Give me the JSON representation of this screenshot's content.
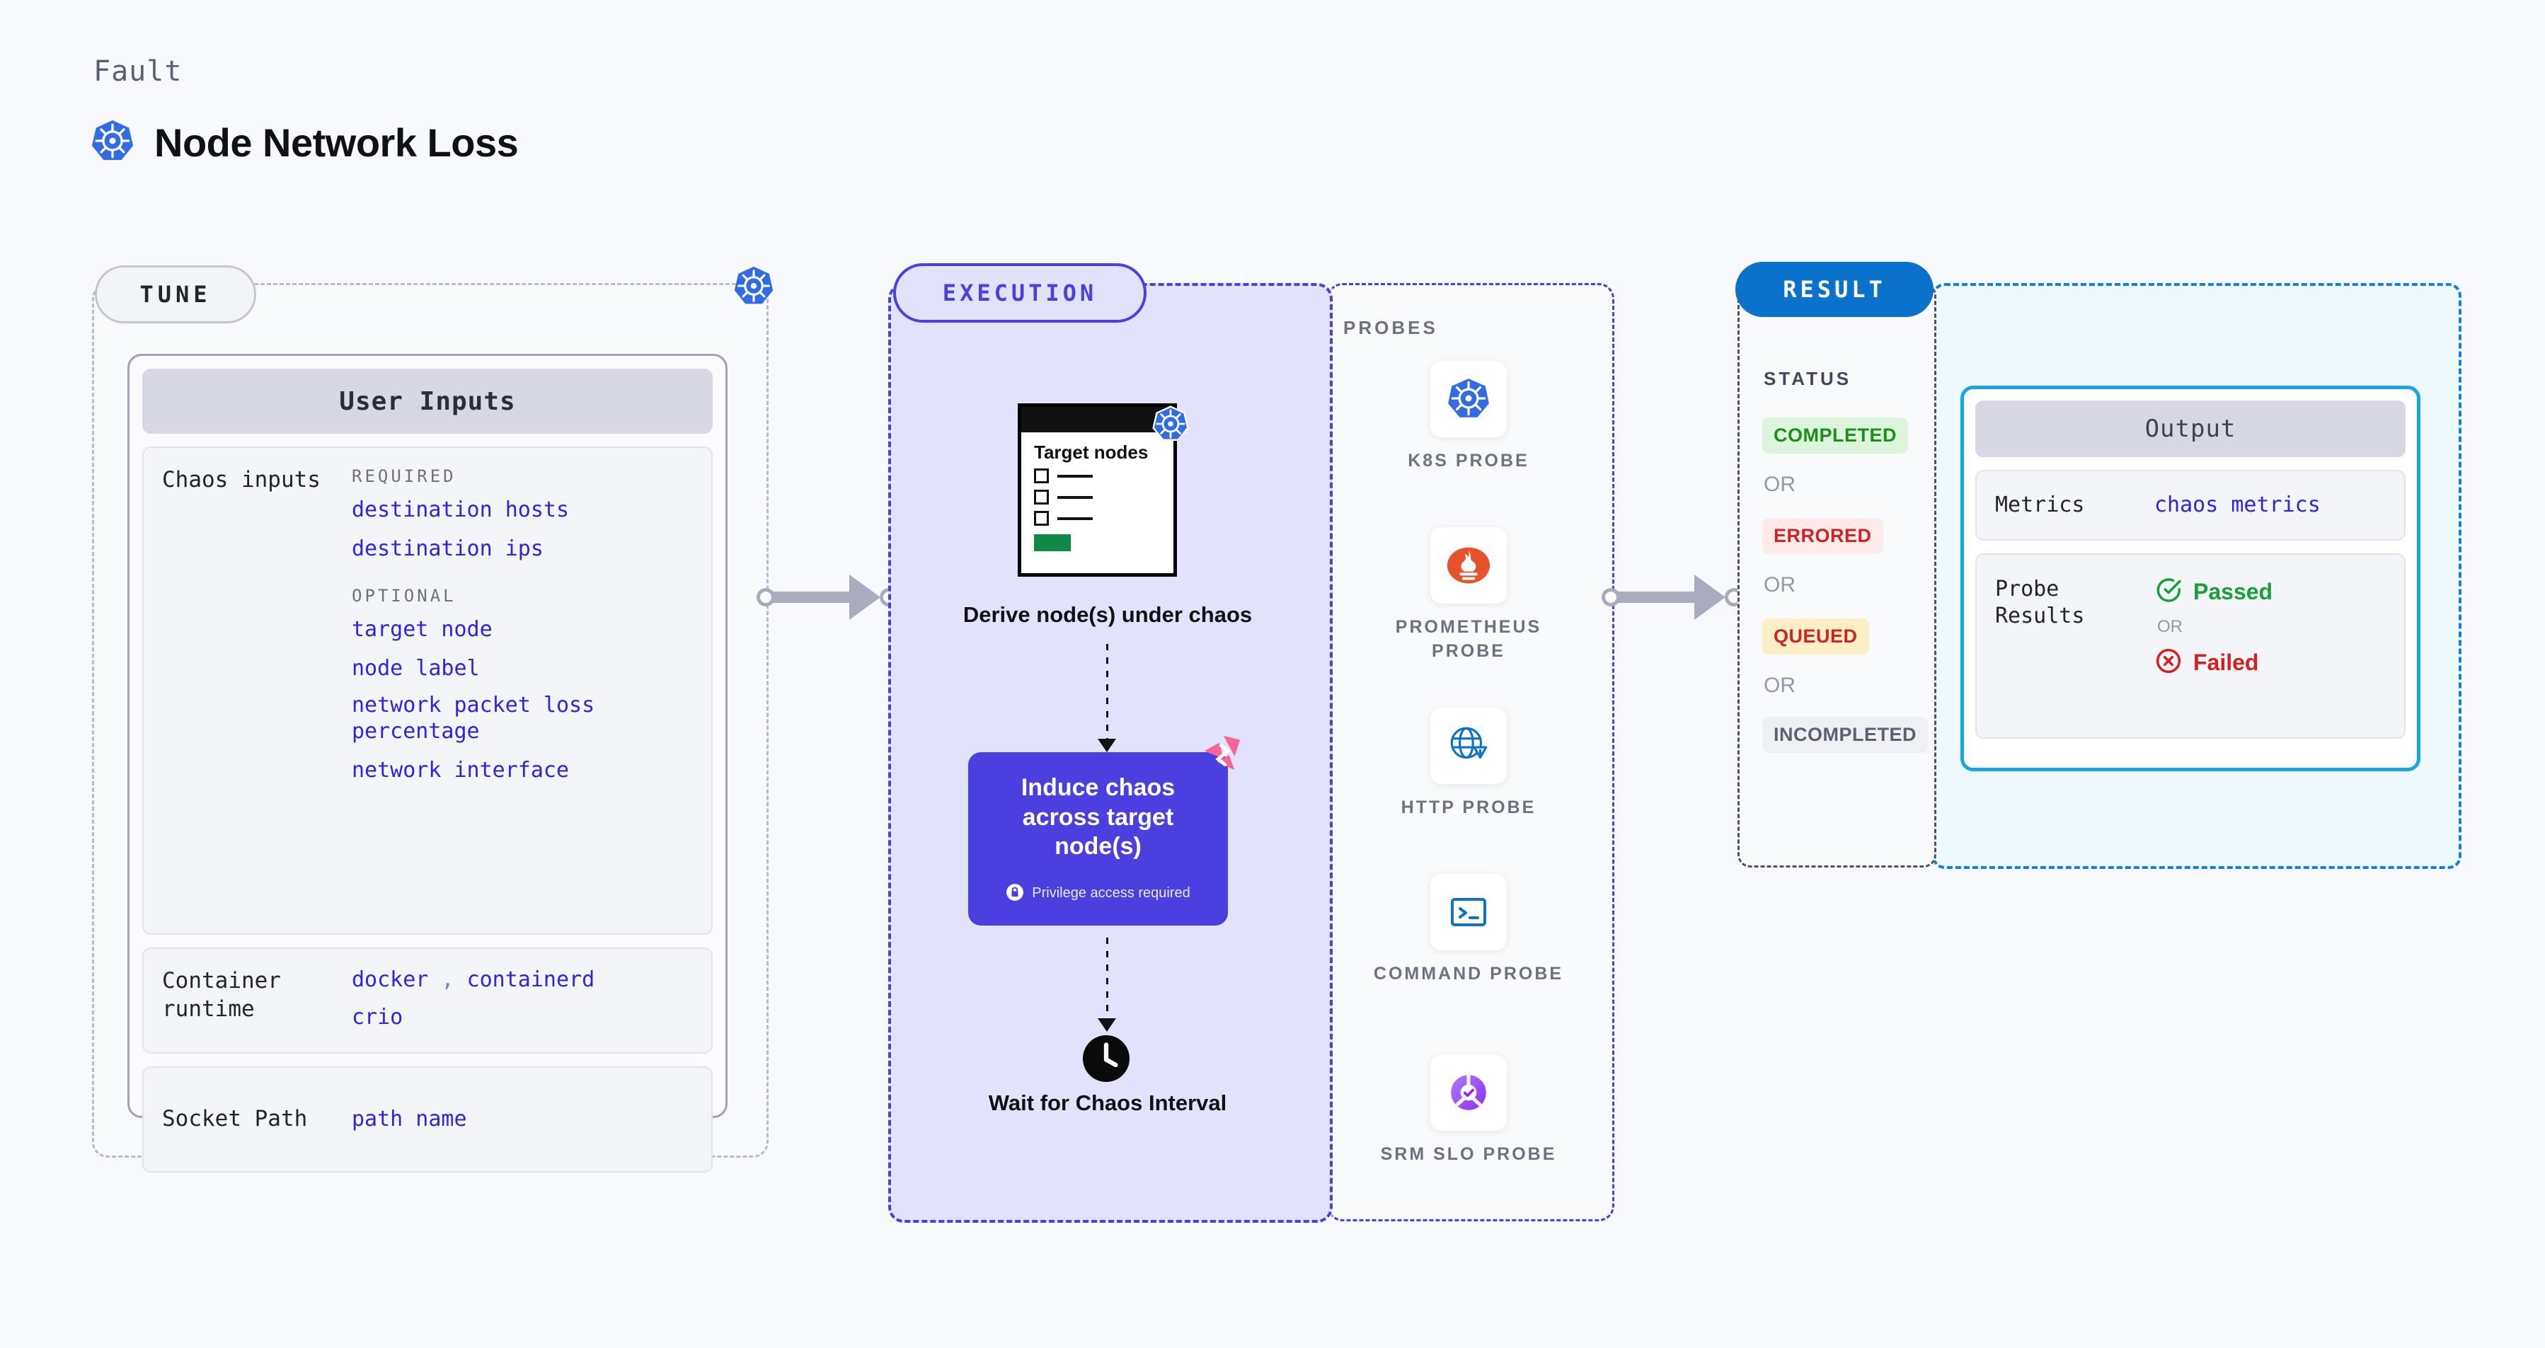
{
  "header": {
    "eyebrow": "Fault",
    "title": "Node Network Loss",
    "logo_icon": "kubernetes-icon"
  },
  "tune": {
    "pill_label": "TUNE",
    "badge_icon": "kubernetes-icon",
    "card_title": "User Inputs",
    "rows": [
      {
        "label": "Chaos inputs",
        "groups": [
          {
            "title": "REQUIRED",
            "values": [
              "destination hosts",
              "destination ips"
            ]
          },
          {
            "title": "OPTIONAL",
            "values": [
              "target node",
              "node label",
              "network packet loss percentage",
              "network interface"
            ]
          }
        ]
      },
      {
        "label": "Container runtime",
        "values_line1": "docker",
        "comma": ",",
        "values_line1b": "containerd",
        "values_line2": "crio"
      },
      {
        "label": "Socket Path",
        "value": "path name"
      }
    ]
  },
  "execution": {
    "pill_label": "EXECUTION",
    "target_card": {
      "title": "Target nodes",
      "badge_icon": "kubernetes-icon"
    },
    "derive_caption": "Derive node(s) under chaos",
    "induce": {
      "title": "Induce chaos across target node(s)",
      "privilege_text": "Privilege access required",
      "privilege_icon": "lock-icon",
      "corner_icon": "litmus-chaos-icon",
      "color": "#4b3fe0"
    },
    "wait": {
      "caption": "Wait for Chaos Interval",
      "icon": "clock-icon"
    }
  },
  "probes": {
    "title": "PROBES",
    "items": [
      {
        "label": "K8S PROBE",
        "icon": "kubernetes-icon"
      },
      {
        "label": "PROMETHEUS PROBE",
        "icon": "prometheus-icon"
      },
      {
        "label": "HTTP PROBE",
        "icon": "globe-warning-icon"
      },
      {
        "label": "COMMAND PROBE",
        "icon": "terminal-icon"
      },
      {
        "label": "SRM SLO PROBE",
        "icon": "srm-slo-icon"
      }
    ]
  },
  "result": {
    "pill_label": "RESULT",
    "status_title": "STATUS",
    "or_label": "OR",
    "badges": [
      {
        "label": "COMPLETED",
        "bg": "#dcf5dc",
        "fg": "#1a8f1a"
      },
      {
        "label": "ERRORED",
        "bg": "#fdeaea",
        "fg": "#cf2424"
      },
      {
        "label": "QUEUED",
        "bg": "#fcefc8",
        "fg": "#cf2424"
      },
      {
        "label": "INCOMPLETED",
        "bg": "#eef0f4",
        "fg": "#5c6070"
      }
    ]
  },
  "output": {
    "card_title": "Output",
    "metrics_label": "Metrics",
    "metrics_value": "chaos metrics",
    "probe_results_label": "Probe Results",
    "passed_label": "Passed",
    "failed_label": "Failed",
    "or_label": "OR",
    "passed_icon": "check-circle-icon",
    "failed_icon": "x-circle-icon",
    "accent_color": "#17a6e0"
  }
}
